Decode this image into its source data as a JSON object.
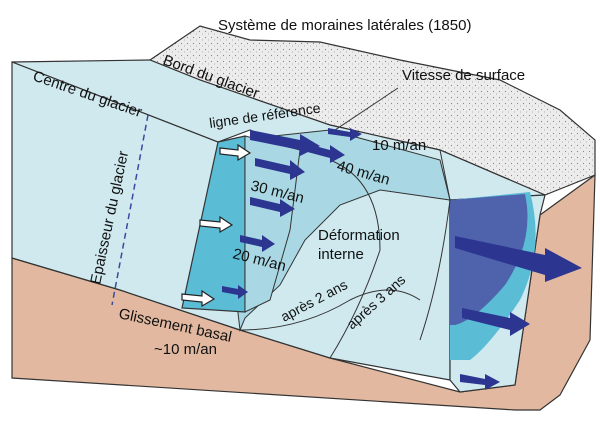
{
  "labels": {
    "moraines": "Système de moraines latérales (1850)",
    "bord": "Bord du glacier",
    "centre": "Centre du glacier",
    "vitesse": "Vitesse de surface",
    "reference": "ligne de référence",
    "v10": "10 m/an",
    "v40": "40 m/an",
    "v30": "30 m/an",
    "v20": "20 m/an",
    "epaisseur": "Epaisseur du glacier",
    "deformation_1": "Déformation",
    "deformation_2": "interne",
    "apres2": "après 2 ans",
    "apres3": "après 3 ans",
    "glissement_1": "Glissement basal",
    "glissement_2": "~10 m/an"
  },
  "colors": {
    "ice_light": "#cfe9ef",
    "ice_mid": "#a9d8e4",
    "ice_cut": "#5bbcd6",
    "ice_deep": "#4f63ad",
    "bedrock": "#e2b9a0",
    "moraine": "#e9e9e9",
    "arrow": "#2c3590"
  }
}
